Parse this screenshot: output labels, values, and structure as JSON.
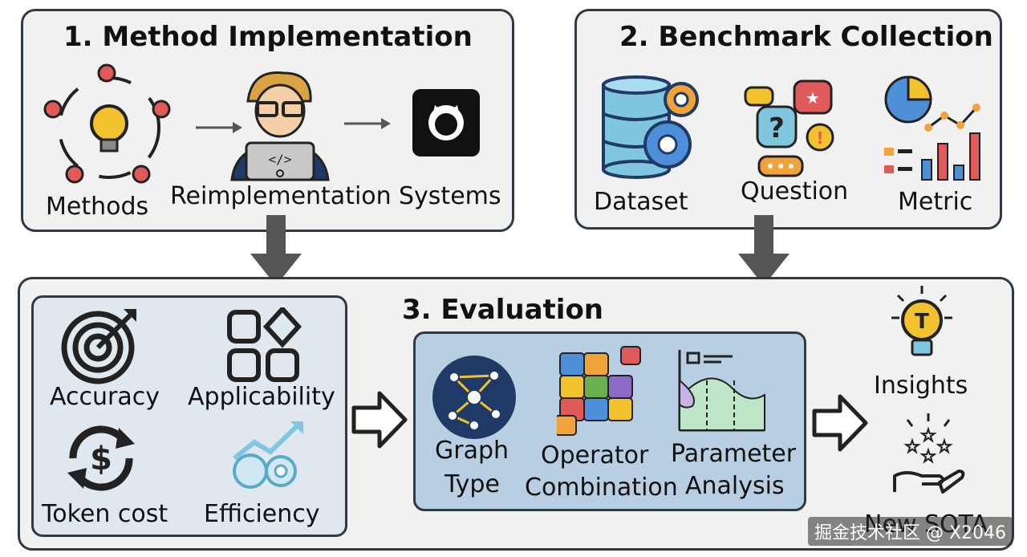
{
  "panel1": {
    "title": "1. Method Implementation",
    "labels": {
      "methods": "Methods",
      "reimplementation": "Reimplementation",
      "systems": "Systems"
    }
  },
  "panel2": {
    "title": "2. Benchmark Collection",
    "labels": {
      "dataset": "Dataset",
      "question": "Question",
      "metric": "Metric"
    }
  },
  "panel3": {
    "title": "3. Evaluation",
    "criteria": {
      "accuracy": "Accuracy",
      "applicability": "Applicability",
      "token_cost": "Token cost",
      "efficiency": "Efficiency"
    },
    "evaluation": {
      "graph_type": [
        "Graph",
        "Type"
      ],
      "operator_combination": [
        "Operator",
        "Combination"
      ],
      "parameter_analysis": [
        "Parameter",
        "Analysis"
      ]
    },
    "outputs": {
      "insights": "Insights",
      "new_sota": "New SOTA"
    }
  },
  "watermark": "掘金技术社区 @ X2046",
  "colors": {
    "panel_bg": "#f1f1f1",
    "border": "#2f3a44",
    "criteria_bg": "#dfe7ef",
    "evaluation_bg": "#b8cfe3",
    "flow_arrow": "#555555",
    "node_red": "#e05a5a",
    "bulb_yellow": "#f2c12e"
  }
}
